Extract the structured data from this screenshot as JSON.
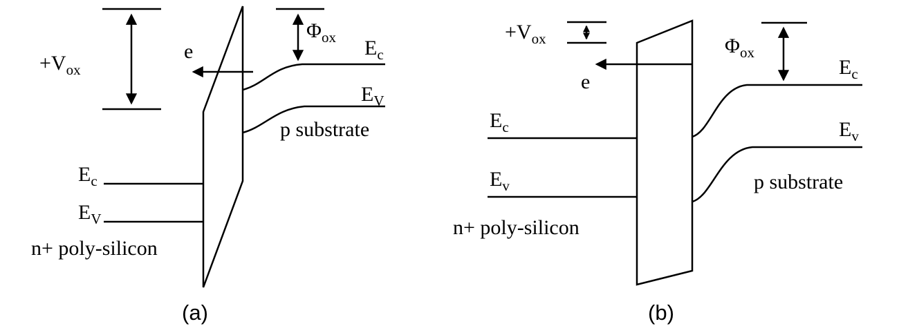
{
  "figure": {
    "background": "#ffffff",
    "line_color": "#000000",
    "description_labels": {
      "oxide_barrier": "oxide-barrier-parallelogram"
    }
  },
  "panels": {
    "a": {
      "caption": "(a)",
      "vox": {
        "base": "+V",
        "sub": "ox"
      },
      "electron_label": "e",
      "phi_ox": {
        "base": "Φ",
        "sub": "ox"
      },
      "substrate_ec": {
        "base": "E",
        "sub": "c"
      },
      "substrate_ev": {
        "base": "E",
        "sub": "V"
      },
      "substrate_label": "p substrate",
      "gate_ec": {
        "base": "E",
        "sub": "c"
      },
      "gate_ev": {
        "base": "E",
        "sub": "V"
      },
      "gate_label": "n+ poly-silicon"
    },
    "b": {
      "caption": "(b)",
      "vox": {
        "base": "+V",
        "sub": "ox"
      },
      "electron_label": "e",
      "phi_ox": {
        "base": "Φ",
        "sub": "ox"
      },
      "substrate_ec": {
        "base": "E",
        "sub": "c"
      },
      "substrate_ev": {
        "base": "E",
        "sub": "v"
      },
      "substrate_label": "p substrate",
      "gate_ec": {
        "base": "E",
        "sub": "c"
      },
      "gate_ev": {
        "base": "E",
        "sub": "v"
      },
      "gate_label": "n+ poly-silicon"
    }
  }
}
